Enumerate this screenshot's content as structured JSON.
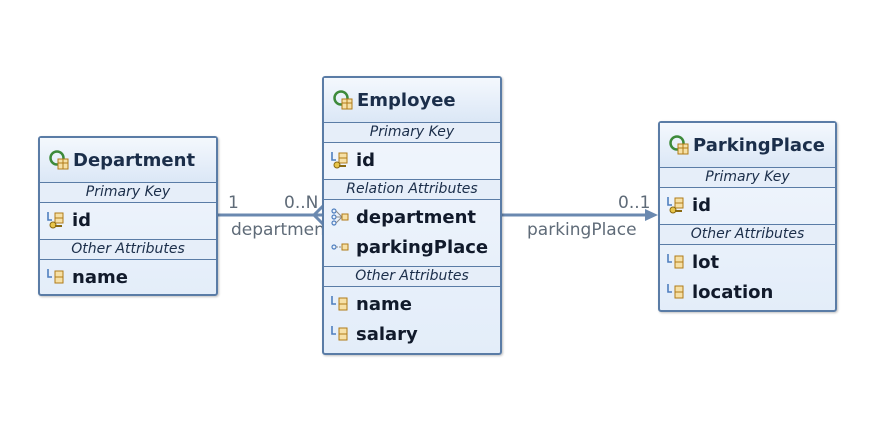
{
  "entities": {
    "department": {
      "title": "Department",
      "icon": "entity-icon",
      "sections": {
        "primary_key": {
          "title": "Primary Key",
          "attrs": [
            "id"
          ]
        },
        "other": {
          "title": "Other Attributes",
          "attrs": [
            "name"
          ]
        }
      }
    },
    "employee": {
      "title": "Employee",
      "icon": "entity-icon",
      "sections": {
        "primary_key": {
          "title": "Primary Key",
          "attrs": [
            "id"
          ]
        },
        "relation": {
          "title": "Relation Attributes",
          "attrs": [
            "department",
            "parkingPlace"
          ]
        },
        "other": {
          "title": "Other Attributes",
          "attrs": [
            "name",
            "salary"
          ]
        }
      }
    },
    "parkingplace": {
      "title": "ParkingPlace",
      "icon": "entity-icon",
      "sections": {
        "primary_key": {
          "title": "Primary Key",
          "attrs": [
            "id"
          ]
        },
        "other": {
          "title": "Other Attributes",
          "attrs": [
            "lot",
            "location"
          ]
        }
      }
    }
  },
  "relations": {
    "emp_dept": {
      "name": "department",
      "source_multiplicity": "0..N",
      "target_multiplicity": "1"
    },
    "emp_parking": {
      "name": "parkingPlace",
      "source_multiplicity": "",
      "target_multiplicity": "0..1"
    }
  },
  "colors": {
    "border": "#5a7ca6",
    "connector": "#6a89b0",
    "label": "#5f6b78",
    "entity_fill": "#e3edf9"
  }
}
